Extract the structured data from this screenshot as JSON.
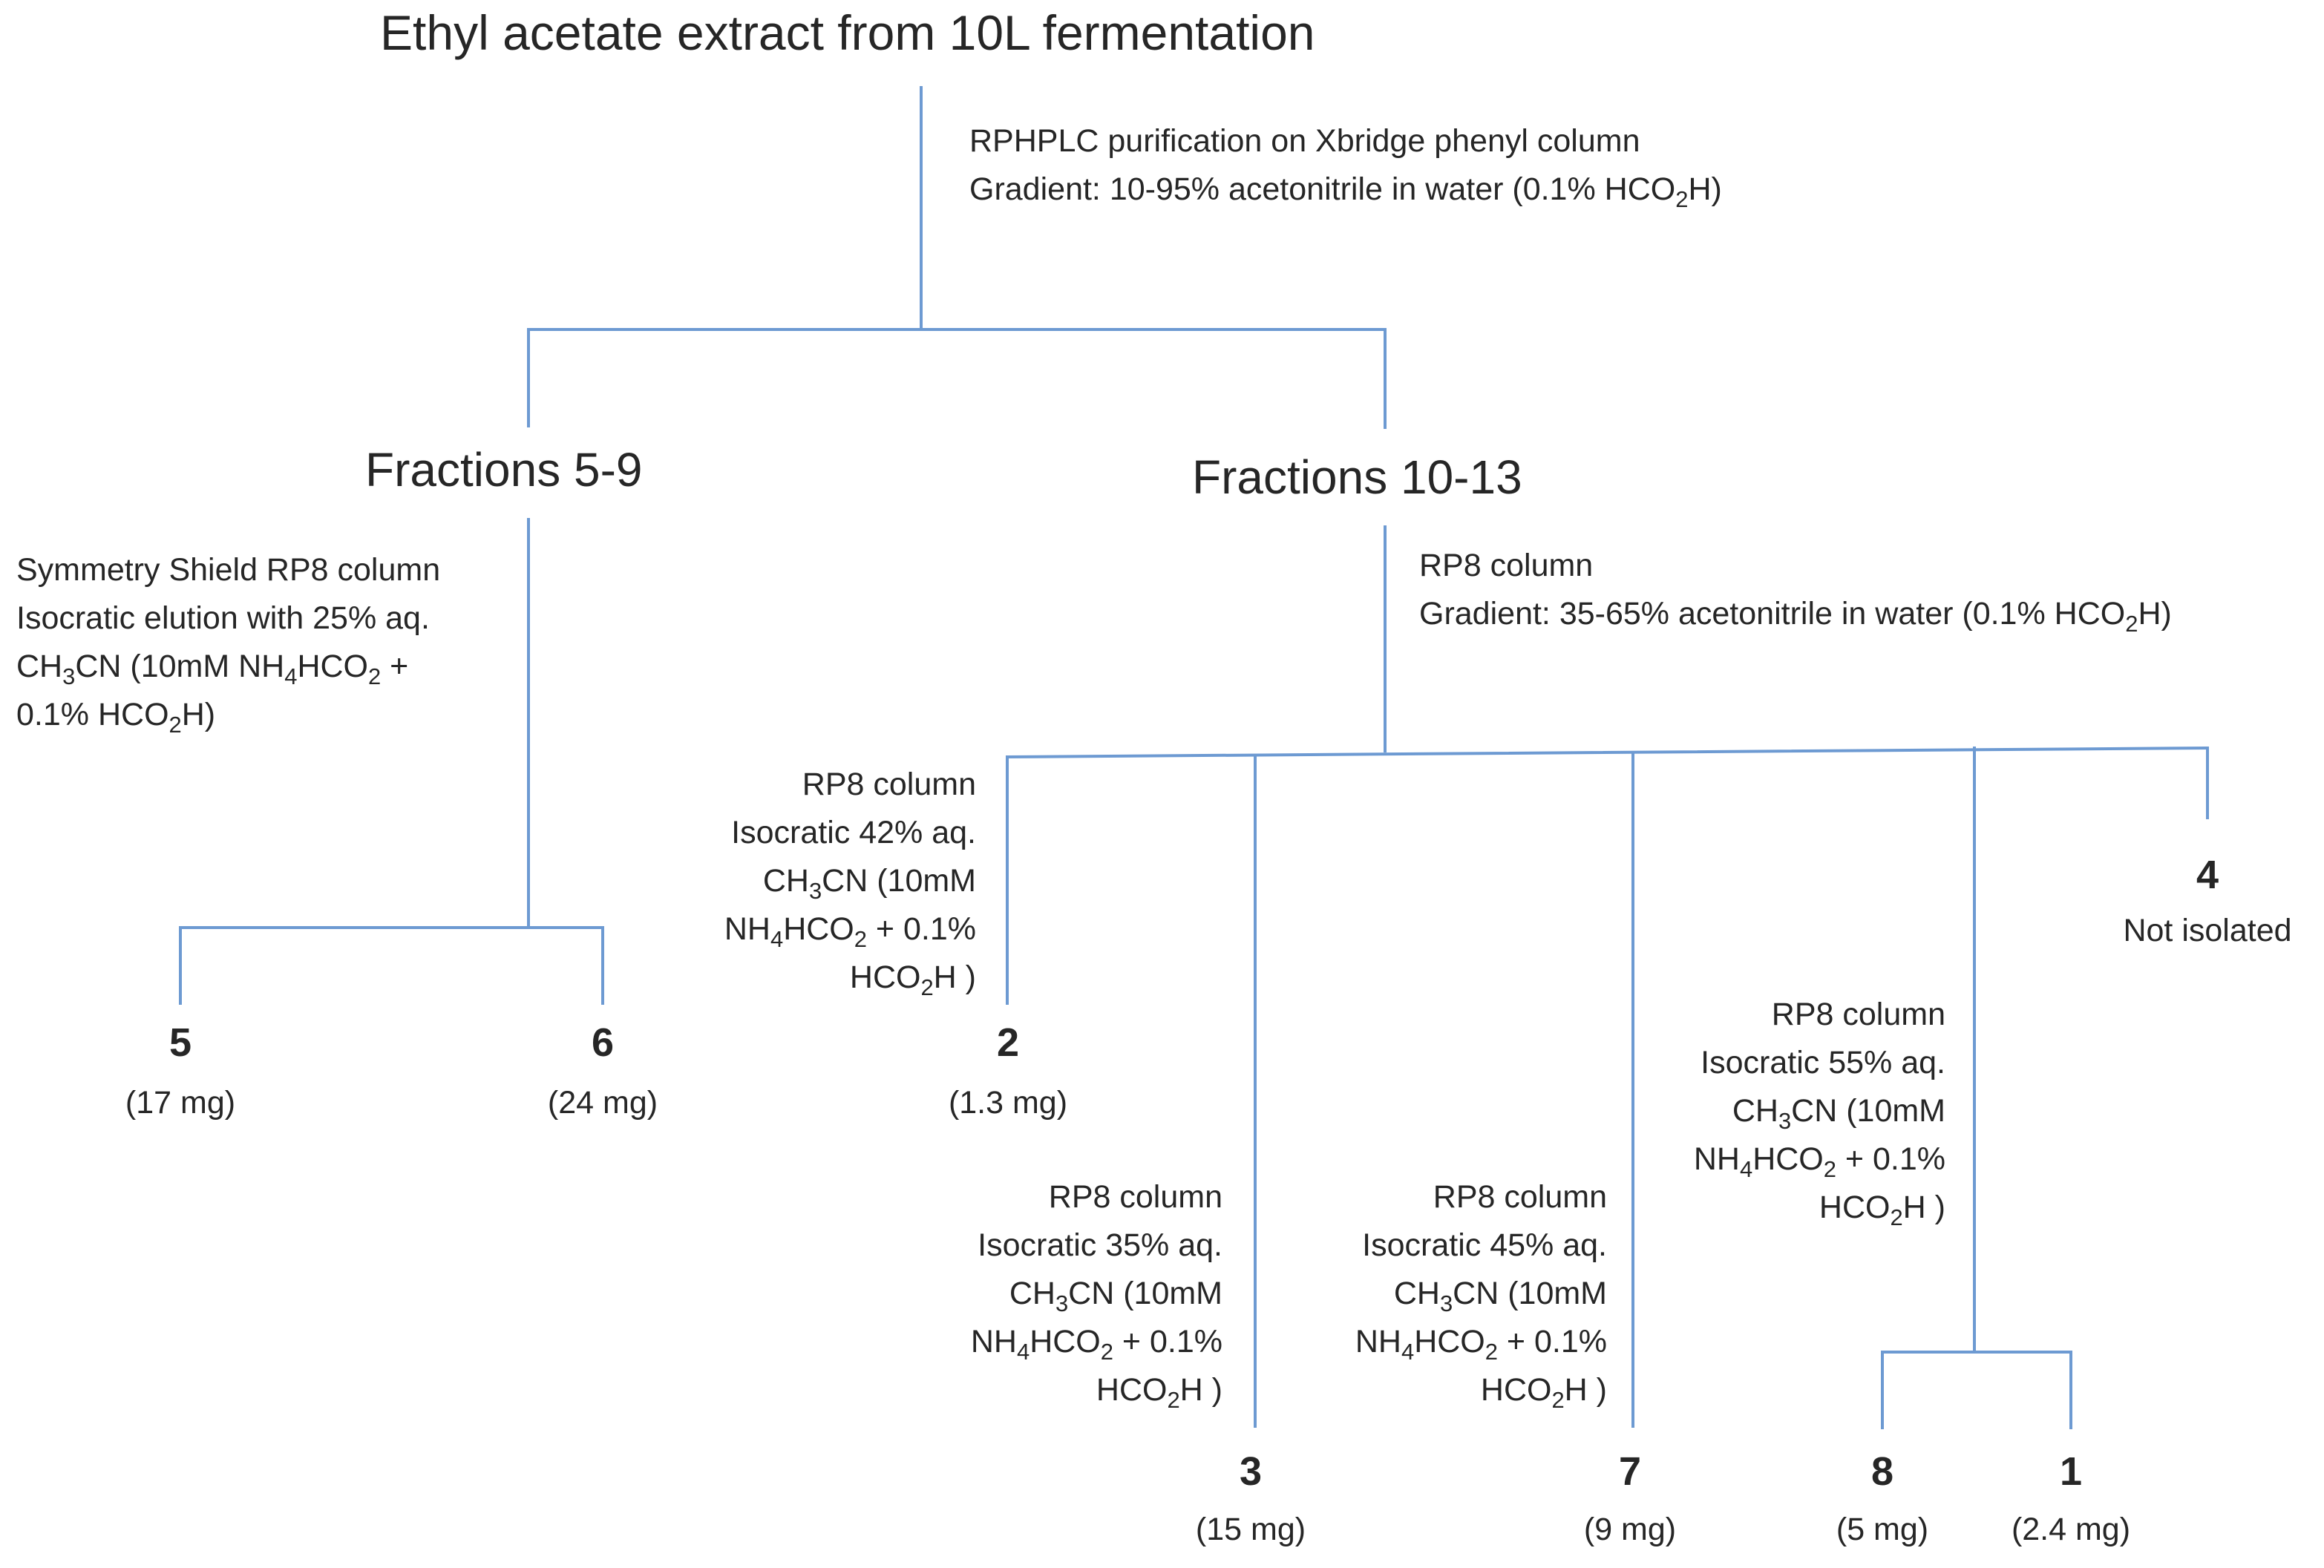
{
  "root": {
    "title": "Ethyl acetate extract from 10L fermentation"
  },
  "root_conditions": {
    "line1": "RPHPLC purification on Xbridge phenyl column",
    "line2_a": "Gradient: 10-95% acetonitrile in water (0.1% HCO",
    "line2_sub": "2",
    "line2_b": "H)"
  },
  "fraction_a": {
    "label": "Fractions 5-9",
    "conditions": {
      "line1": "Symmetry  Shield RP8 column",
      "line2": "Isocratic elution with 25% aq.",
      "line3_a": "CH",
      "line3_sub1": "3",
      "line3_b": "CN  (10mM  NH",
      "line3_sub2": "4",
      "line3_c": "HCO",
      "line3_sub3": "2",
      "line3_d": "  +",
      "line4_a": "0.1% HCO",
      "line4_sub": "2",
      "line4_b": "H)"
    }
  },
  "fraction_b": {
    "label": "Fractions 10-13",
    "conditions": {
      "line1": "RP8 column",
      "line2_a": "Gradient: 35-65% acetonitrile in water (0.1% HCO",
      "line2_sub": "2",
      "line2_b": "H)"
    }
  },
  "branch_2": {
    "line1": "RP8 column",
    "line2": "Isocratic  42% aq.",
    "line3_a": "CH",
    "line3_sub": "3",
    "line3_b": "CN (10mM",
    "line4_a": "NH",
    "line4_sub1": "4",
    "line4_b": "HCO",
    "line4_sub2": "2",
    "line4_c": " + 0.1%",
    "line5_a": "HCO",
    "line5_sub": "2",
    "line5_b": "H )"
  },
  "branch_3": {
    "line1": "RP8 column",
    "line2": "Isocratic  35% aq.",
    "line3_a": "CH",
    "line3_sub": "3",
    "line3_b": "CN (10mM",
    "line4_a": "NH",
    "line4_sub1": "4",
    "line4_b": "HCO",
    "line4_sub2": "2",
    "line4_c": " + 0.1%",
    "line5_a": "HCO",
    "line5_sub": "2",
    "line5_b": "H )"
  },
  "branch_7": {
    "line1": "RP8 column",
    "line2": "Isocratic  45% aq.",
    "line3_a": "CH",
    "line3_sub": "3",
    "line3_b": "CN (10mM",
    "line4_a": "NH",
    "line4_sub1": "4",
    "line4_b": "HCO",
    "line4_sub2": "2",
    "line4_c": " + 0.1%",
    "line5_a": "HCO",
    "line5_sub": "2",
    "line5_b": "H )"
  },
  "branch_81": {
    "line1": "RP8 column",
    "line2": "Isocratic  55% aq.",
    "line3_a": "CH",
    "line3_sub": "3",
    "line3_b": "CN (10mM",
    "line4_a": "NH",
    "line4_sub1": "4",
    "line4_b": "HCO",
    "line4_sub2": "2",
    "line4_c": " + 0.1%",
    "line5_a": "HCO",
    "line5_sub": "2",
    "line5_b": "H )"
  },
  "compounds": {
    "c5": {
      "number": "5",
      "amount": "(17 mg)"
    },
    "c6": {
      "number": "6",
      "amount": "(24 mg)"
    },
    "c2": {
      "number": "2",
      "amount": "(1.3 mg)"
    },
    "c4": {
      "number": "4",
      "amount": "Not isolated"
    },
    "c3": {
      "number": "3",
      "amount": "(15 mg)"
    },
    "c7": {
      "number": "7",
      "amount": "(9 mg)"
    },
    "c8": {
      "number": "8",
      "amount": "(5 mg)"
    },
    "c1": {
      "number": "1",
      "amount": "(2.4 mg)"
    }
  },
  "colors": {
    "connector": "#6d9ad2",
    "text": "#262626"
  }
}
